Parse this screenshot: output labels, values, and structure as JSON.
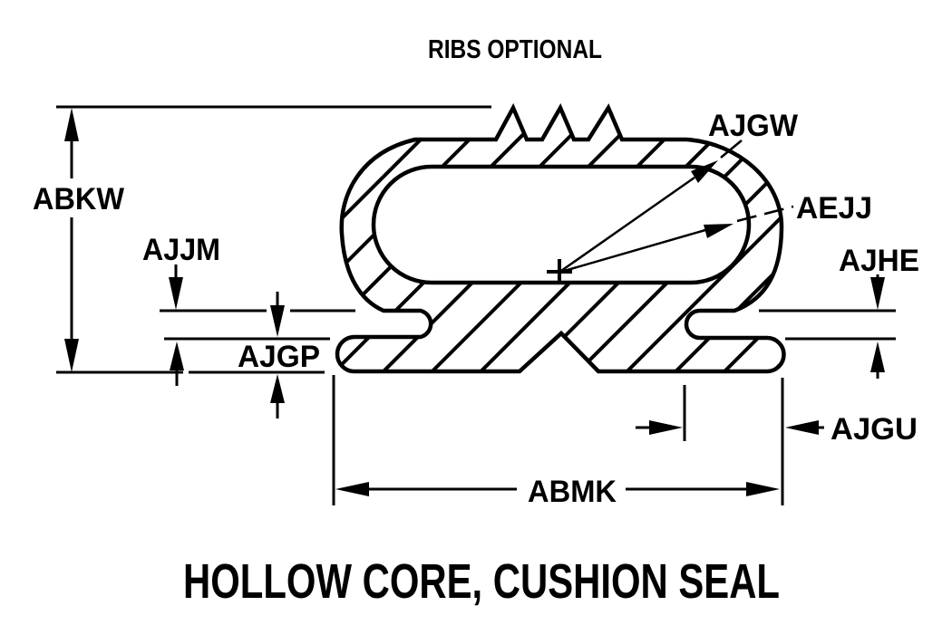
{
  "drawing": {
    "note_top": "RIBS OPTIONAL",
    "caption": "HOLLOW CORE, CUSHION SEAL",
    "labels": {
      "overall_height": "ABKW",
      "left_slot_gap": "AJJM",
      "left_flange_thickness": "AJGP",
      "outer_wall_callout": "AJGW",
      "inner_wall_callout": "AEJJ",
      "right_slot_gap": "AJHE",
      "flange_overhang": "AJGU",
      "base_width": "ABMK"
    },
    "colors": {
      "line": "#000000",
      "background": "#ffffff"
    }
  }
}
